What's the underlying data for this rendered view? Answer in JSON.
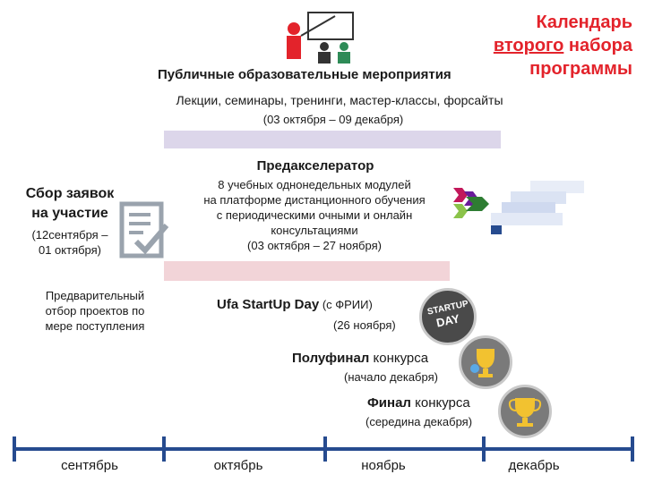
{
  "title": {
    "line1": "Календарь",
    "line2": "второго",
    "line2_rest": " набора",
    "line3": "программы"
  },
  "public_events": {
    "title": "Публичные образовательные мероприятия",
    "subtitle": "Лекции, семинары, тренинги, мастер-классы, форсайты",
    "dates": "(03 октября – 09 декабря)"
  },
  "preaccelerator": {
    "title": "Предакселератор",
    "line1": "8 учебных однонедельных модулей",
    "line2": "на платформе дистанционного обучения",
    "line3": "с периодическими очными и онлайн",
    "line4": "консультациями",
    "dates": "(03 октября – 27 ноября)"
  },
  "applications": {
    "title_line1": "Сбор заявок",
    "title_line2": "на участие",
    "dates_line1": "(12сентября –",
    "dates_line2": "01 октября)"
  },
  "preselection": {
    "line1": "Предварительный",
    "line2": "отбор проектов по",
    "line3": "мере поступления"
  },
  "startup_day": {
    "title": "Ufa StartUp Day",
    "title_suffix": " (с ФРИИ)",
    "dates": "(26 ноября)",
    "badge_line1": "STARTUP",
    "badge_line2": "DAY"
  },
  "semifinal": {
    "title": "Полуфинал",
    "suffix": " конкурса",
    "dates": "(начало декабря)"
  },
  "final": {
    "title": "Финал",
    "suffix": " конкурса",
    "dates": "(середина декабря)"
  },
  "timeline": {
    "months": [
      "сентябрь",
      "октябрь",
      "ноябрь",
      "декабрь"
    ]
  },
  "colors": {
    "accent_red": "#e3232b",
    "timeline_blue": "#264b8f",
    "bar_lavender": "#dcd6ea",
    "bar_pink": "#f2d4d8"
  }
}
